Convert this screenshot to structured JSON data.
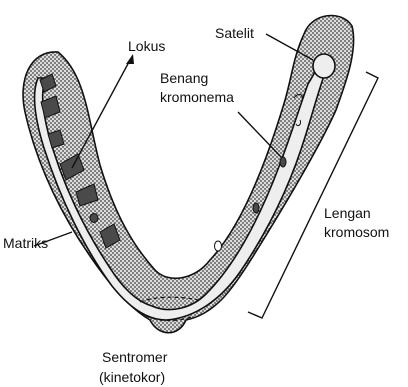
{
  "diagram": {
    "labels": {
      "lokus": "Lokus",
      "satelit": "Satelit",
      "benang": "Benang",
      "kromonema": "kromonema",
      "lengan": "Lengan",
      "kromosom": "kromosom",
      "matriks": "Matriks",
      "sentromer": "Sentromer",
      "kinetokor": "(kinetokor)"
    },
    "colors": {
      "outline": "#111111",
      "matrix_dots": "#5a5a5a",
      "matrix_base": "#dcdcdc",
      "chromonema": "#eeeeee",
      "bands": "#4a4a4a"
    }
  }
}
